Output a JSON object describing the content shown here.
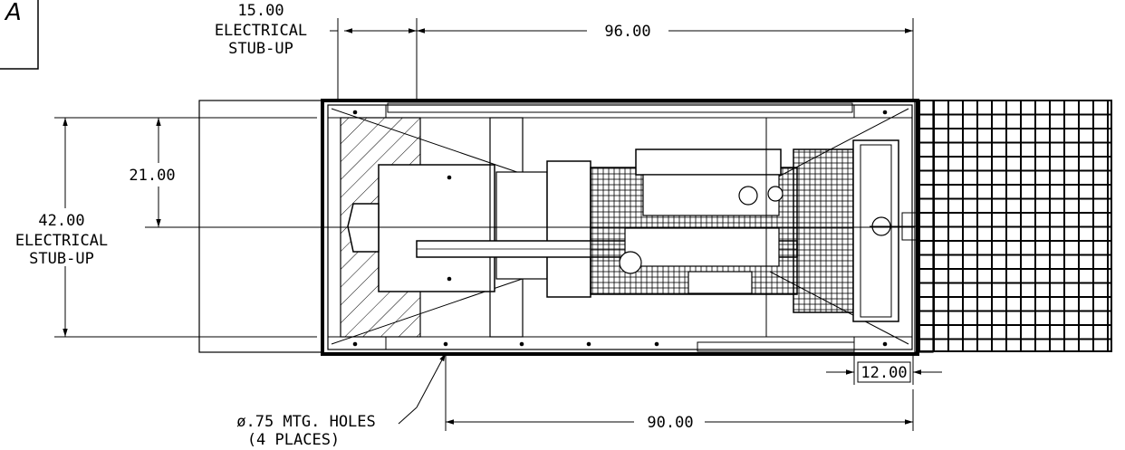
{
  "title_block": {
    "letter": "A"
  },
  "dimensions": {
    "stub_up_top": {
      "value": "15.00",
      "label_line1": "ELECTRICAL",
      "label_line2": "STUB-UP"
    },
    "top_length": {
      "value": "96.00"
    },
    "left_offset": {
      "value": "21.00"
    },
    "stub_up_left": {
      "value": "42.00",
      "label_line1": "ELECTRICAL",
      "label_line2": "STUB-UP"
    },
    "right_offset": {
      "value": "12.00"
    },
    "bottom_length": {
      "value": "90.00"
    }
  },
  "notes": {
    "mounting_holes_line1": "ø.75 MTG. HOLES",
    "mounting_holes_line2": "(4 PLACES)"
  },
  "colors": {
    "line": "#000000",
    "background": "#ffffff"
  }
}
